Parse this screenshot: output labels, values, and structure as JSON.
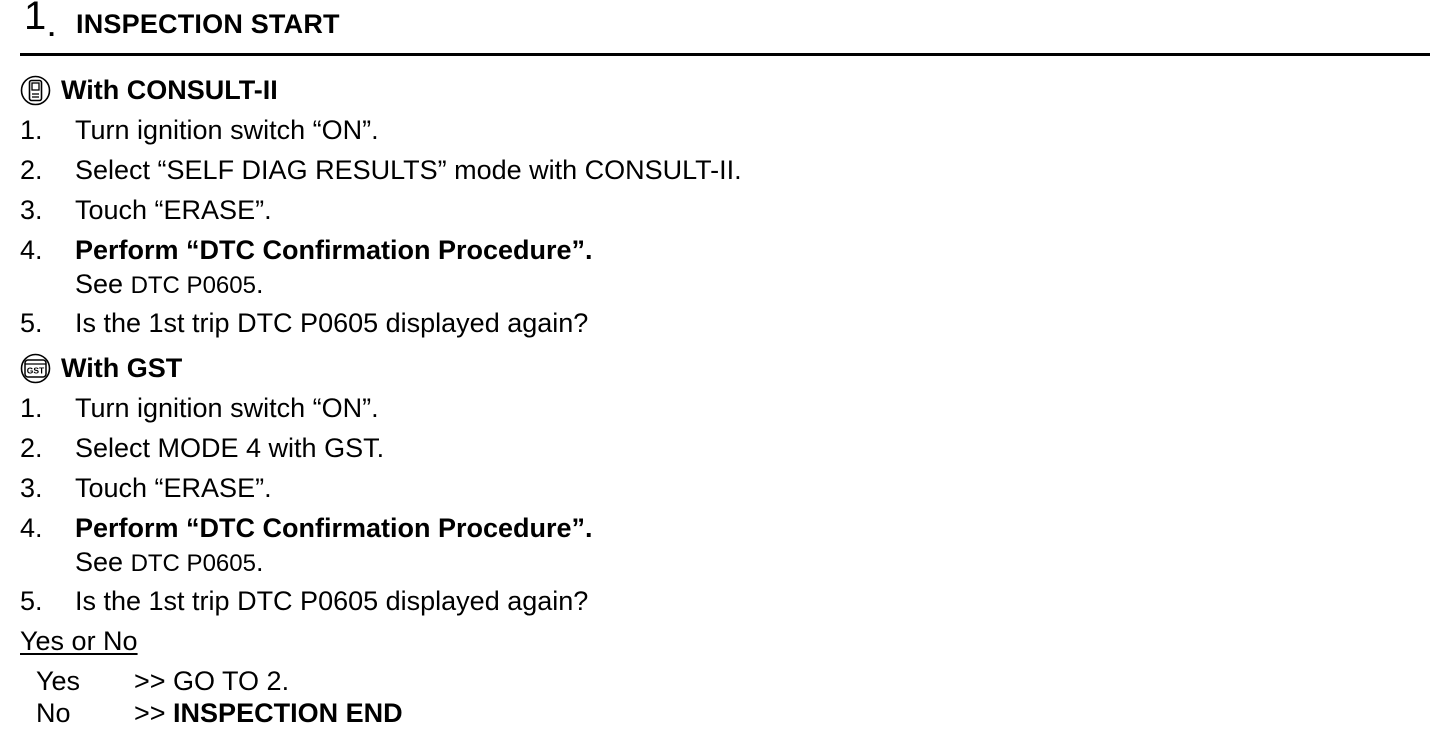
{
  "header": {
    "step_number": "1",
    "step_dot": ".",
    "title": "INSPECTION START"
  },
  "consult": {
    "icon": "consult-tool-icon",
    "heading": "With CONSULT-II",
    "steps": [
      {
        "num": "1.",
        "text": "Turn ignition switch “ON”."
      },
      {
        "num": "2.",
        "text": "Select “SELF DIAG RESULTS” mode with CONSULT-II."
      },
      {
        "num": "3.",
        "text": "Touch “ERASE”."
      },
      {
        "num": "4.",
        "text": "Perform “DTC Confirmation Procedure”.",
        "see": "See",
        "ref": "DTC P0605",
        "ref_end": "."
      },
      {
        "num": "5.",
        "text": "Is the 1st trip DTC P0605 displayed again?"
      }
    ]
  },
  "gst": {
    "icon": "gst-tool-icon",
    "heading": "With GST",
    "icon_text": "GST",
    "steps": [
      {
        "num": "1.",
        "text": "Turn ignition switch “ON”."
      },
      {
        "num": "2.",
        "text": "Select MODE 4 with GST."
      },
      {
        "num": "3.",
        "text": "Touch “ERASE”."
      },
      {
        "num": "4.",
        "text": "Perform “DTC Confirmation Procedure”.",
        "see": "See",
        "ref": "DTC P0605",
        "ref_end": "."
      },
      {
        "num": "5.",
        "text": "Is the 1st trip DTC P0605 displayed again?"
      }
    ]
  },
  "decision": {
    "title": "Yes or No",
    "yes_label": "Yes",
    "yes_result": ">> GO TO 2.",
    "no_label": "No",
    "no_prefix": ">> ",
    "no_result": "INSPECTION END"
  }
}
